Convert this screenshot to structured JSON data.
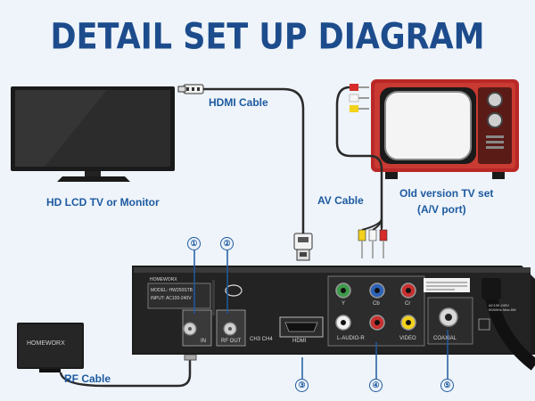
{
  "title": "DETAIL SET UP DIAGRAM",
  "labels": {
    "hdmi_cable": "HDMI Cable",
    "hd_tv": "HD LCD TV or Monitor",
    "av_cable": "AV Cable",
    "old_tv_line1": "Old version TV set",
    "old_tv_line2": "(A/V port)",
    "rf_cable": "RF Cable"
  },
  "antenna_brand": "HOMEWORX",
  "device": {
    "brand": "HOMEWORX",
    "model": "MODEL: HW250STB",
    "input": "INPUT: AC100-240V",
    "port_in": "IN",
    "port_rf_out": "RF OUT",
    "channels": "CH3  CH4",
    "port_hdmi": "HDMI",
    "audio": "L-AUDIO-R",
    "video": "VIDEO",
    "coaxial": "COAXIAL",
    "y": "Y",
    "cb": "Cb",
    "cr": "Cr",
    "power": "AC100-240V 50/60Hz Max 8W"
  },
  "markers": [
    "①",
    "②",
    "③",
    "④",
    "⑤"
  ]
}
